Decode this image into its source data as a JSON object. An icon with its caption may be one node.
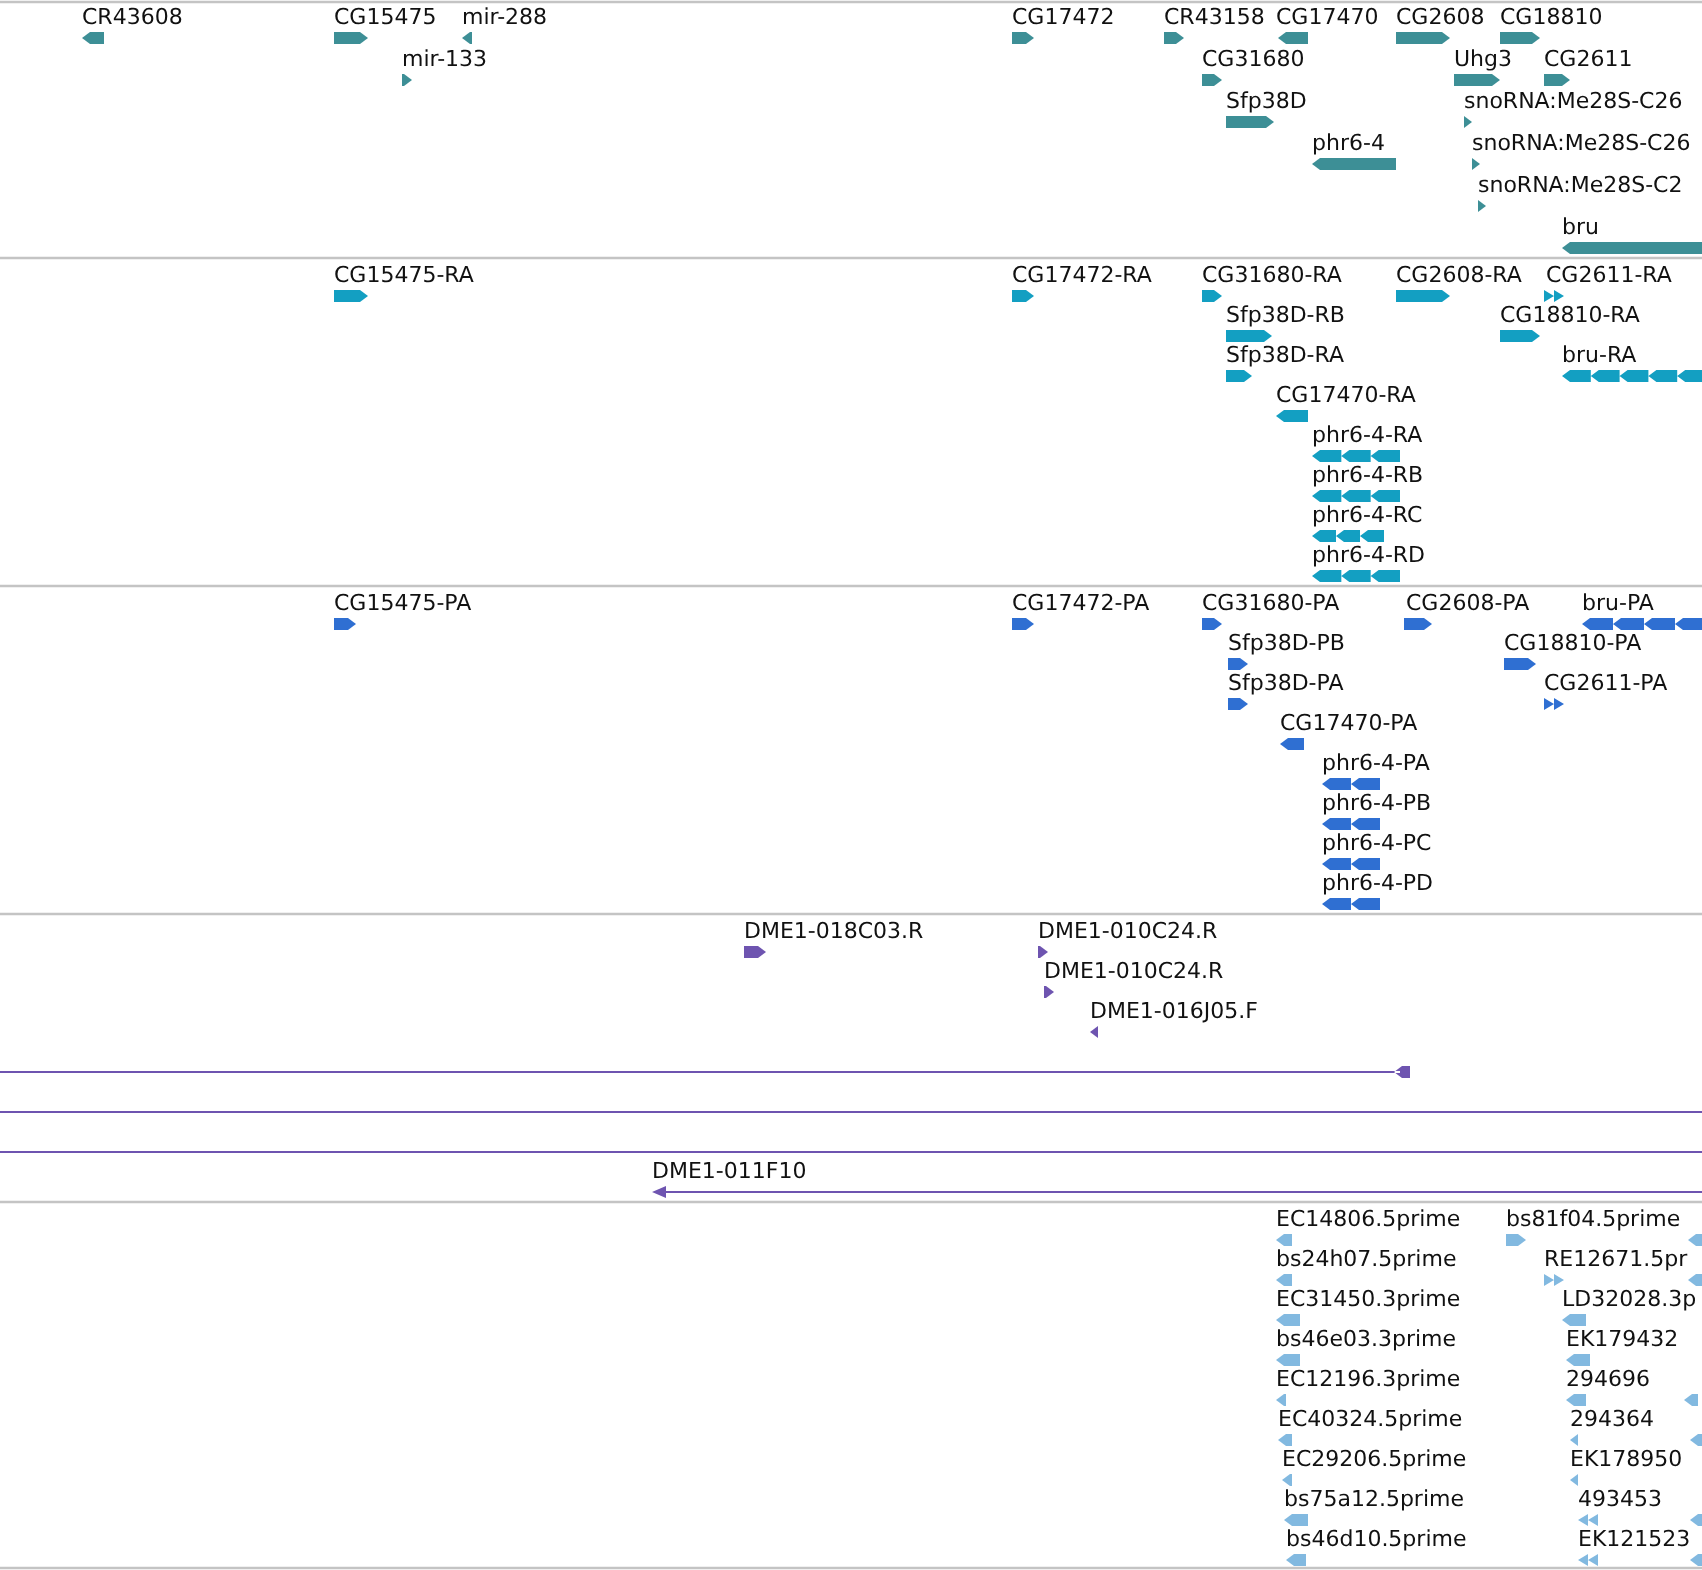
{
  "diagram": {
    "labels": [
      "CR43608",
      "CG15475",
      "mir-288",
      "CG17472",
      "CR43158",
      "CG17470",
      "CG2608",
      "CG18810",
      "mir-133",
      "CG31680",
      "Uhg3",
      "CG2611",
      "Sfp38D",
      "snoRNA:Me28S-C26",
      "phr6-4",
      "snoRNA:Me28S-C26",
      "snoRNA:Me28S-C2",
      "bru",
      "CG15475-RA",
      "CG17472-RA",
      "CG31680-RA",
      "CG2608-RA",
      "CG2611-RA",
      "Sfp38D-RB",
      "CG18810-RA",
      "Sfp38D-RA",
      "bru-RA",
      "CG17470-RA",
      "phr6-4-RA",
      "phr6-4-RB",
      "phr6-4-RC",
      "phr6-4-RD",
      "CG15475-PA",
      "CG17472-PA",
      "CG31680-PA",
      "CG2608-PA",
      "bru-PA",
      "Sfp38D-PB",
      "CG18810-PA",
      "Sfp38D-PA",
      "CG2611-PA",
      "CG17470-PA",
      "phr6-4-PA",
      "phr6-4-PB",
      "phr6-4-PC",
      "phr6-4-PD",
      "DME1-018C03.R",
      "DME1-010C24.R",
      "DME1-010C24.R",
      "DME1-016J05.F",
      "DME1-011F10",
      "EC14806.5prime",
      "bs81f04.5prime",
      "bs24h07.5prime",
      "RE12671.5pr",
      "EC31450.3prime",
      "LD32028.3p",
      "bs46e03.3prime",
      "EK179432",
      "EC12196.3prime",
      "294696",
      "EC40324.5prime",
      "294364",
      "EC29206.5prime",
      "EK178950",
      "bs75a12.5prime",
      "493453",
      "bs46d10.5prime",
      "EK121523"
    ]
  }
}
